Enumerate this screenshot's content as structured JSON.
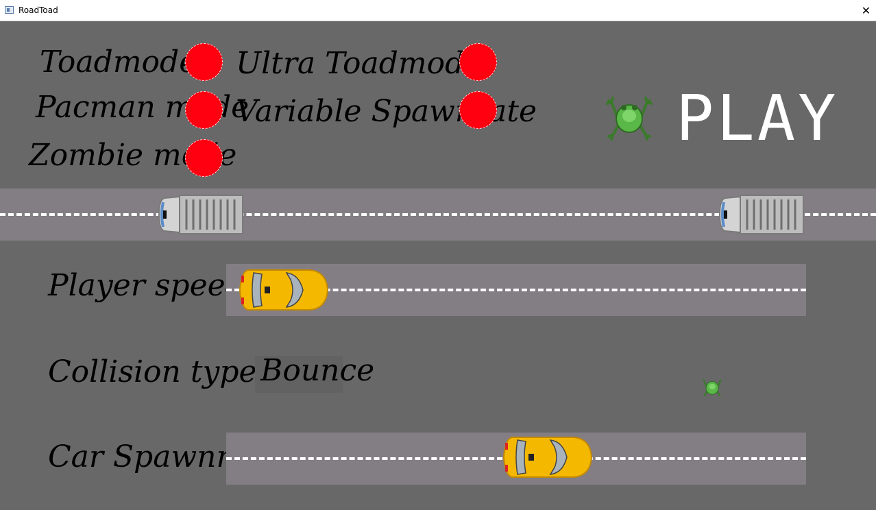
{
  "window": {
    "title": "RoadToad",
    "close_glyph": "✕"
  },
  "toggles": [
    {
      "label": "Toadmode",
      "state": "off"
    },
    {
      "label": "Pacman mode",
      "state": "off"
    },
    {
      "label": "Zombie mode",
      "state": "off"
    },
    {
      "label": "Ultra Toadmode",
      "state": "off"
    },
    {
      "label": "Variable Spawnrate",
      "state": "off"
    }
  ],
  "play_label": "PLAY",
  "settings": {
    "player_speed_label": "Player speed",
    "collision_label": "Collision type:",
    "collision_value": "Bounce",
    "car_spawnrate_label": "Car Spawnrate"
  },
  "colors": {
    "background": "#686868",
    "road": "#837d84",
    "toggle_off": "#ff0011",
    "taxi": "#f5b800",
    "frog": "#5ab848"
  },
  "icons": [
    "frog-icon",
    "truck-icon",
    "taxi-icon",
    "close-icon",
    "app-icon"
  ]
}
